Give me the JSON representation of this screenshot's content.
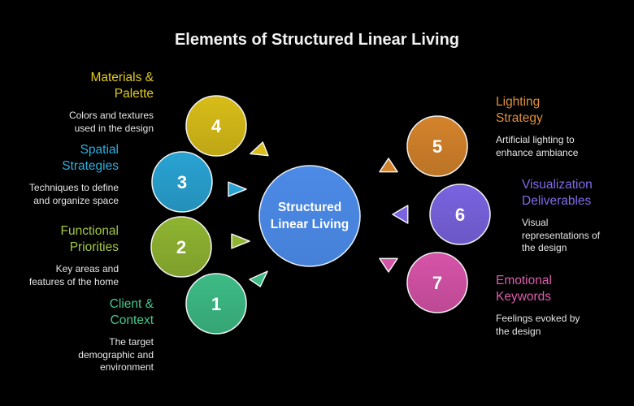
{
  "title": "Elements of Structured Linear Living",
  "center": {
    "lines": [
      "Structured",
      "Linear Living"
    ],
    "color": "#4a86e0"
  },
  "nodes": [
    {
      "number": "1",
      "title_lines": [
        "Client &",
        "Context"
      ],
      "description_lines": [
        "The target",
        "demographic and",
        "environment"
      ],
      "color": "#3dbb85",
      "text_color": "#46c98e"
    },
    {
      "number": "2",
      "title_lines": [
        "Functional",
        "Priorities"
      ],
      "description_lines": [
        "Key areas and",
        "features of the home"
      ],
      "color": "#8fb431",
      "text_color": "#a3c93b"
    },
    {
      "number": "3",
      "title_lines": [
        "Spatial",
        "Strategies"
      ],
      "description_lines": [
        "Techniques to define",
        "and organize space"
      ],
      "color": "#29a3d3",
      "text_color": "#2fb0e0"
    },
    {
      "number": "4",
      "title_lines": [
        "Materials &",
        "Palette"
      ],
      "description_lines": [
        "Colors and textures",
        "used in the design"
      ],
      "color": "#d8bd18",
      "text_color": "#e3cc1d"
    },
    {
      "number": "5",
      "title_lines": [
        "Lighting",
        "Strategy"
      ],
      "description_lines": [
        "Artificial lighting to",
        "enhance ambiance"
      ],
      "color": "#d4832b",
      "text_color": "#e08f3a"
    },
    {
      "number": "6",
      "title_lines": [
        "Visualization",
        "Deliverables"
      ],
      "description_lines": [
        "Visual",
        "representations of",
        "the design"
      ],
      "color": "#7a63e0",
      "text_color": "#7e6cea"
    },
    {
      "number": "7",
      "title_lines": [
        "Emotional",
        "Keywords"
      ],
      "description_lines": [
        "Feelings evoked by",
        "the design"
      ],
      "color": "#d653a8",
      "text_color": "#de5cae"
    }
  ]
}
